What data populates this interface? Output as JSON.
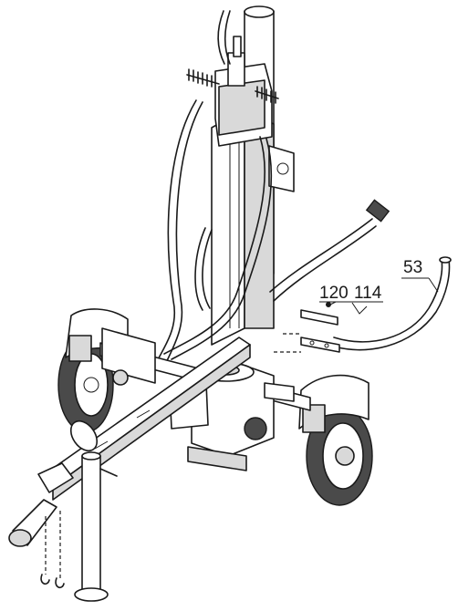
{
  "callouts": {
    "part_53": "53",
    "part_120": "120",
    "part_114": "114"
  },
  "colors": {
    "line": "#1a1a1a",
    "background": "#ffffff"
  }
}
